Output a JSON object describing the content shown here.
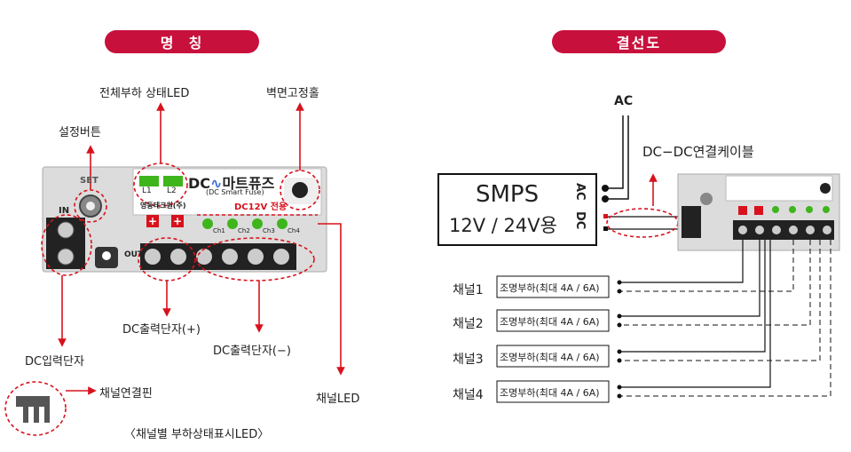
{
  "left": {
    "title": "명  칭",
    "labels": {
      "load_led": "전체부하 상태LED",
      "wall_hole": "벽면고정홀",
      "set_button": "설정버튼",
      "dc_input": "DC입력단자",
      "dc_out_plus": "DC출력단자(+)",
      "dc_out_minus": "DC출력단자(−)",
      "channel_led": "채널LED",
      "channel_pin": "채널연결핀",
      "caption": "〈채널별 부하상태표시LED〉"
    },
    "device": {
      "set": "SET",
      "in": "IN",
      "out": "OUT",
      "l1": "L1",
      "l2": "L2",
      "brand": "DC",
      "brand_tail": "마트퓨즈",
      "subtitle": "(DC Smart Fuse)",
      "maker": "영동테크원(주)",
      "voltage": "DC12V 전용",
      "ch1": "Ch1",
      "ch2": "Ch2",
      "ch3": "Ch3",
      "ch4": "Ch4"
    }
  },
  "right": {
    "title": "결선도",
    "ac_label": "AC",
    "cable_label": "DC−DC연결케이블",
    "smps": {
      "name": "SMPS",
      "spec": "12V / 24V용",
      "ac": "AC",
      "dc": "DC"
    },
    "channels": [
      {
        "name": "채널1",
        "load": "조명부하(최대 4A / 6A)"
      },
      {
        "name": "채널2",
        "load": "조명부하(최대 4A / 6A)"
      },
      {
        "name": "채널3",
        "load": "조명부하(최대 4A / 6A)"
      },
      {
        "name": "채널4",
        "load": "조명부하(최대 4A / 6A)"
      }
    ]
  },
  "colors": {
    "accent": "#c8103c",
    "led_green": "#3fb51c",
    "guide_red": "#d8121d"
  }
}
